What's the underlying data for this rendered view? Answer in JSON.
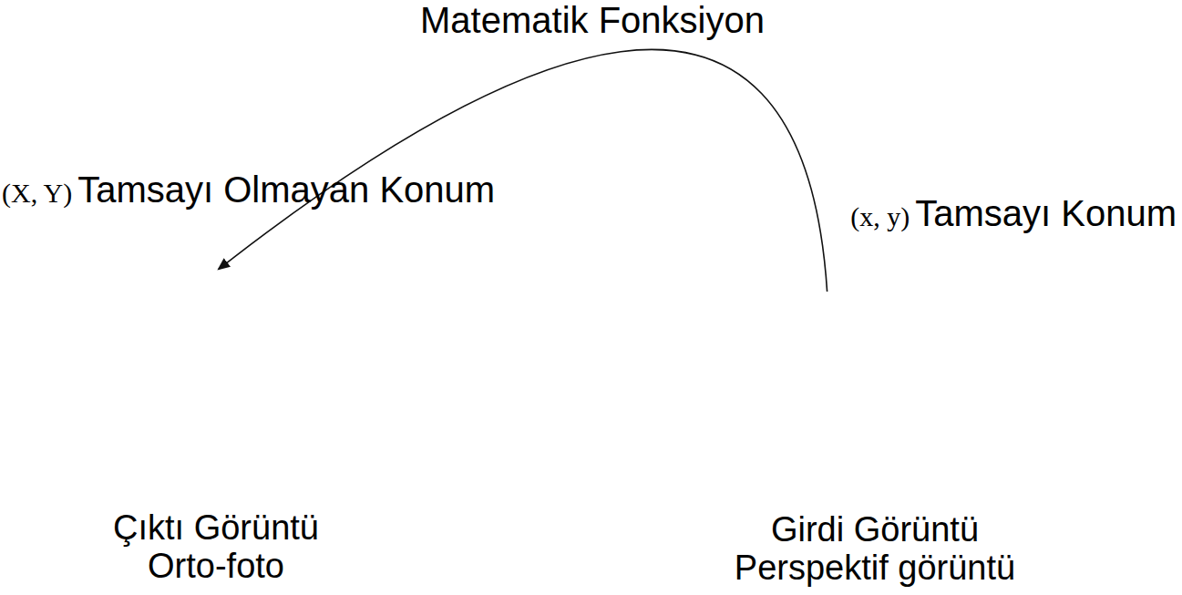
{
  "diagram": {
    "nodes": [
      {
        "text": [
          "(X, Y)",
          "Tamsayı Olmayan Konum",
          "Çıktı Görüntü",
          "Orto-foto"
        ]
      },
      {
        "text": [
          "(x, y)",
          "Tamsayı Konum",
          "Girdi Görüntü",
          "Perspektif görüntü"
        ]
      }
    ],
    "edges": [
      {
        "from": 1,
        "to": 0,
        "arrow": "to",
        "label": "Matematik Fonksiyon"
      }
    ]
  }
}
